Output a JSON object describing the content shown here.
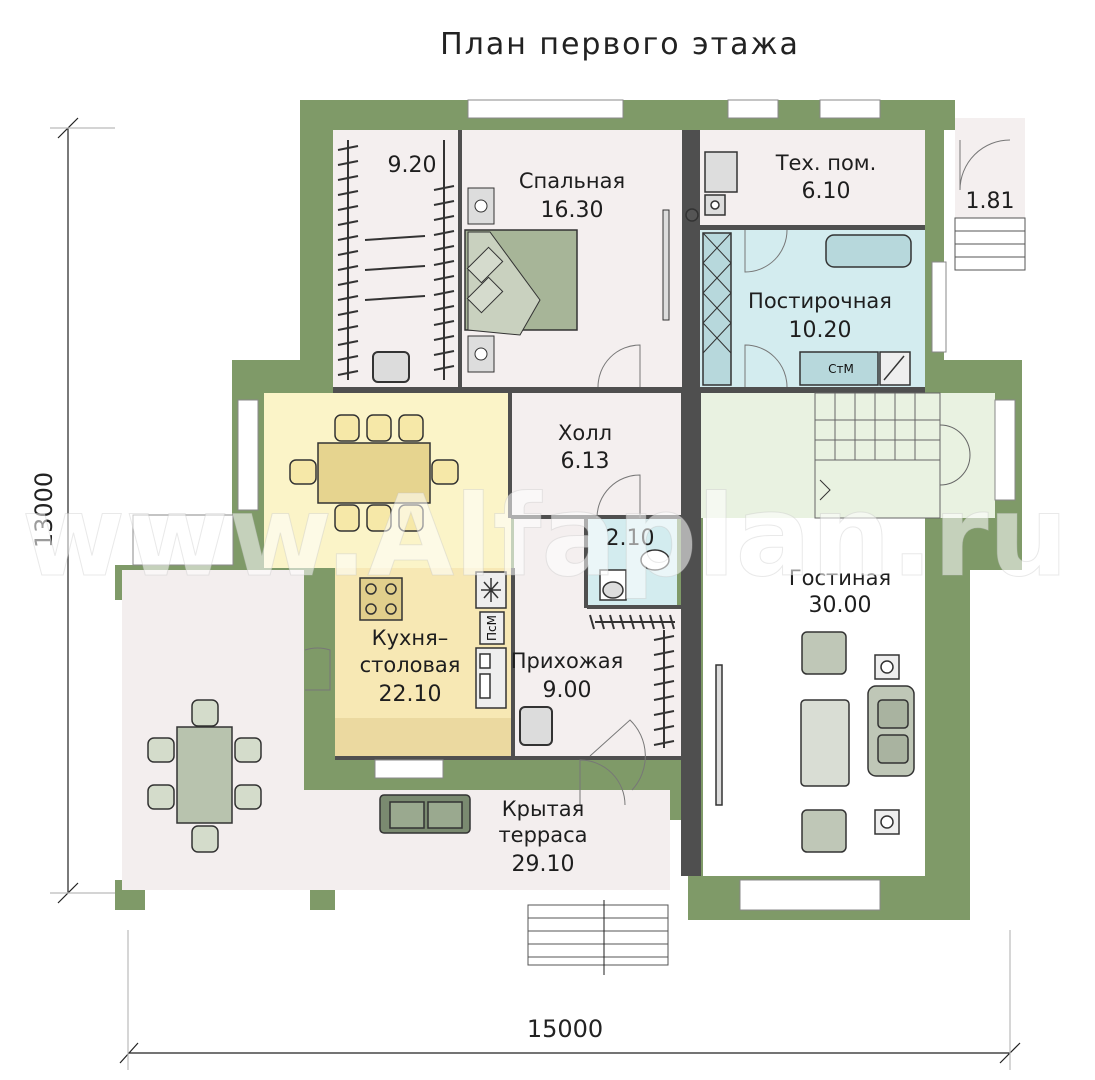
{
  "title": "План первого этажа",
  "dimensions": {
    "width": "15000",
    "height": "13000"
  },
  "watermark": "www.Alfaplan.ru",
  "appliance_labels": {
    "dishwasher": "ПсМ",
    "washer": "СтМ"
  },
  "rooms": [
    {
      "id": "closet",
      "name": "",
      "area": "9.20"
    },
    {
      "id": "bedroom",
      "name": "Спальная",
      "area": "16.30"
    },
    {
      "id": "tech",
      "name": "Тех. пом.",
      "area": "6.10"
    },
    {
      "id": "porch-small",
      "name": "",
      "area": "1.81"
    },
    {
      "id": "laundry",
      "name": "Постирочная",
      "area": "10.20"
    },
    {
      "id": "hall",
      "name": "Холл",
      "area": "6.13"
    },
    {
      "id": "wc",
      "name": "",
      "area": "2.10"
    },
    {
      "id": "kitchen",
      "name": "Кухня–\nстоловая",
      "area": "22.10"
    },
    {
      "id": "entry",
      "name": "Прихожая",
      "area": "9.00"
    },
    {
      "id": "living",
      "name": "Гостиная",
      "area": "30.00"
    },
    {
      "id": "terrace",
      "name": "Крытая\nтерраса",
      "area": "29.10"
    }
  ],
  "colors": {
    "wall": "#7f9a68",
    "wall_dark": "#4f4f4f",
    "floor_neutral": "#f4efef",
    "floor_dining": "#fbf4c8",
    "floor_kitchen": "#f7e8b4",
    "floor_kitchen_strip": "#ebd9a0",
    "floor_laundry": "#d3ecef",
    "floor_stairs": "#e9f2e1",
    "floor_terrace": "#f3eeee"
  }
}
